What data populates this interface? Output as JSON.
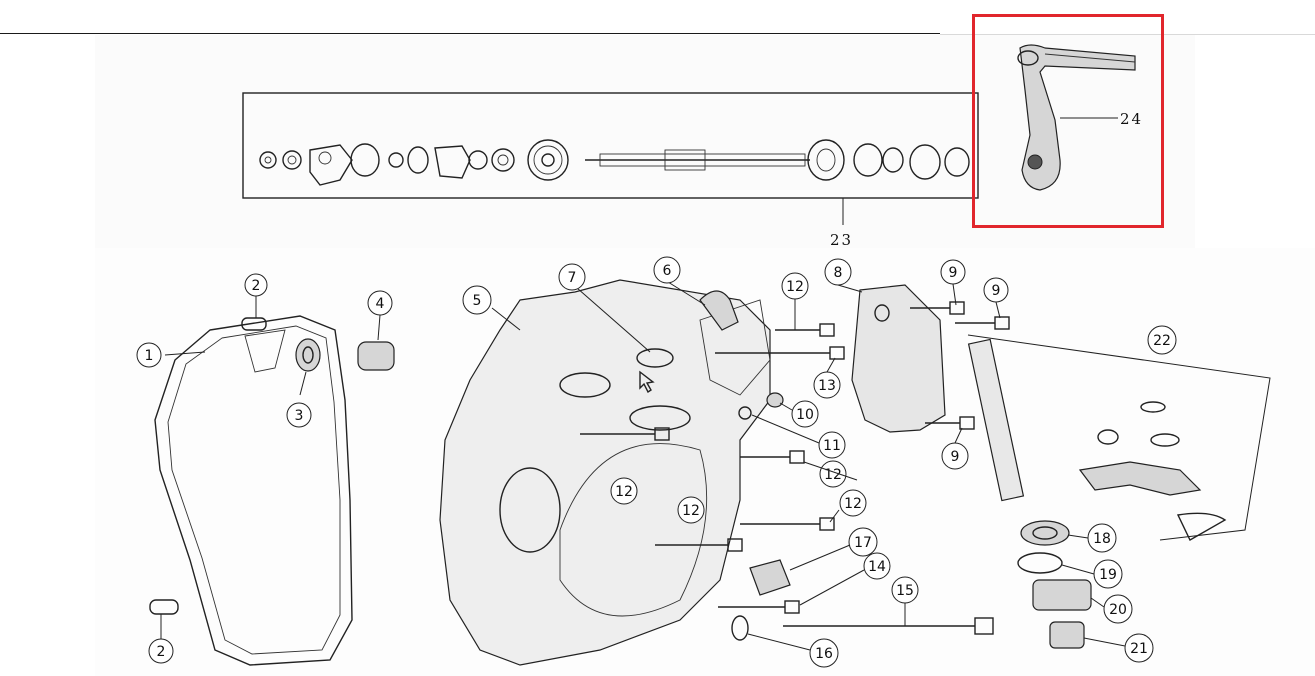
{
  "diagram": {
    "labels": [
      {
        "id": "1",
        "text": "1"
      },
      {
        "id": "2a",
        "text": "2"
      },
      {
        "id": "2b",
        "text": "2"
      },
      {
        "id": "3",
        "text": "3"
      },
      {
        "id": "4",
        "text": "4"
      },
      {
        "id": "5",
        "text": "5"
      },
      {
        "id": "6",
        "text": "6"
      },
      {
        "id": "7",
        "text": "7"
      },
      {
        "id": "8",
        "text": "8"
      },
      {
        "id": "9a",
        "text": "9"
      },
      {
        "id": "9b",
        "text": "9"
      },
      {
        "id": "9c",
        "text": "9"
      },
      {
        "id": "10",
        "text": "10"
      },
      {
        "id": "11",
        "text": "11"
      },
      {
        "id": "12a",
        "text": "12"
      },
      {
        "id": "12b",
        "text": "12"
      },
      {
        "id": "12c",
        "text": "12"
      },
      {
        "id": "12d",
        "text": "12"
      },
      {
        "id": "12e",
        "text": "12"
      },
      {
        "id": "13",
        "text": "13"
      },
      {
        "id": "14",
        "text": "14"
      },
      {
        "id": "15",
        "text": "15"
      },
      {
        "id": "16",
        "text": "16"
      },
      {
        "id": "17",
        "text": "17"
      },
      {
        "id": "18",
        "text": "18"
      },
      {
        "id": "19",
        "text": "19"
      },
      {
        "id": "20",
        "text": "20"
      },
      {
        "id": "21",
        "text": "21"
      },
      {
        "id": "22",
        "text": "22"
      },
      {
        "id": "23",
        "text": "23"
      },
      {
        "id": "24",
        "text": "24"
      }
    ],
    "highlight_color": "#e1262c"
  }
}
